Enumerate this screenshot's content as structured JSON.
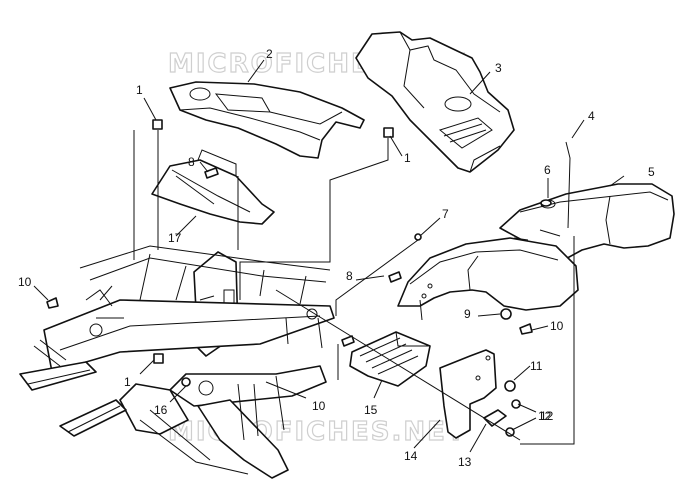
{
  "watermark": {
    "top": "MICROFICHES.NET",
    "bottom": "MICROFICHES.NET"
  },
  "callouts": [
    "1",
    "2",
    "3",
    "4",
    "5",
    "6",
    "7",
    "8",
    "1",
    "17",
    "10",
    "8",
    "9",
    "10",
    "11",
    "12",
    "1",
    "16",
    "10",
    "15",
    "14",
    "13",
    "12"
  ]
}
